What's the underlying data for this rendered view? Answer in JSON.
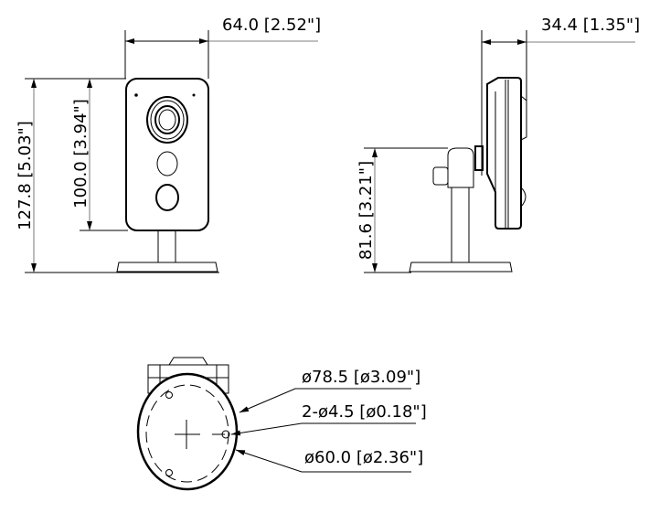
{
  "front_view": {
    "width_dim": "64.0 [2.52\"]",
    "total_height_dim": "127.8 [5.03\"]",
    "body_height_dim": "100.0 [3.94\"]"
  },
  "side_view": {
    "depth_dim": "34.4 [1.35\"]",
    "mount_height_dim": "81.6 [3.21\"]"
  },
  "bottom_view": {
    "outer_diameter_dim": "ø78.5 [ø3.09\"]",
    "holes_dim": "2-ø4.5 [ø0.18\"]",
    "hole_circle_dim": "ø60.0 [ø2.36\"]"
  }
}
